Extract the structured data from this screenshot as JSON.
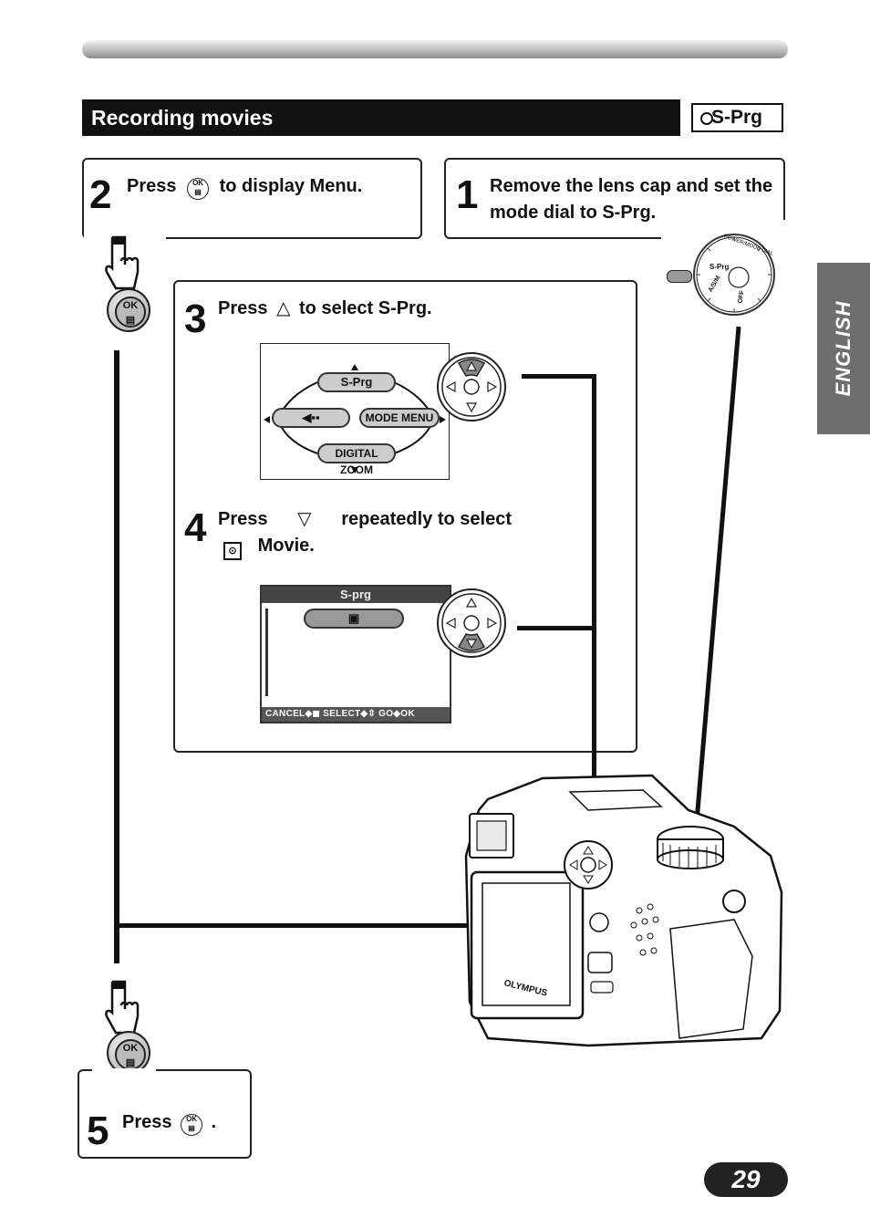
{
  "header": {
    "title": "Recording movies",
    "mode_badge": "S-Prg"
  },
  "side_tab": {
    "label": "ENGLISH"
  },
  "page_number": "29",
  "steps": [
    {
      "number": "1",
      "text": "Remove the lens cap and set the mode dial to S-Prg."
    },
    {
      "number": "2",
      "text_before": "Press",
      "text_after": "to display Menu."
    },
    {
      "number": "3",
      "text_before": "Press",
      "symbol": "△",
      "text_after": "to select S-Prg."
    },
    {
      "number": "4",
      "text_before": "Press",
      "symbol": "▽",
      "text_after": "repeatedly to select",
      "text_line2": "Movie."
    },
    {
      "number": "5",
      "text_before": "Press",
      "text_after": "."
    }
  ],
  "ok_button": {
    "top_label": "OK"
  },
  "menu_screen": {
    "top": "S-Prg",
    "right": "MODE MENU",
    "bottom": "DIGITAL ZOOM"
  },
  "sprg_screen": {
    "header": "S-prg",
    "footer": "CANCEL◆◼ SELECT◆⇳ GO◆OK"
  },
  "dial_labels": {
    "ring": "POWER/MODE DIAL",
    "sprg": "S-Prg",
    "asm": "A/S/M",
    "off": "OFF"
  },
  "camera": {
    "brand": "OLYMPUS"
  }
}
